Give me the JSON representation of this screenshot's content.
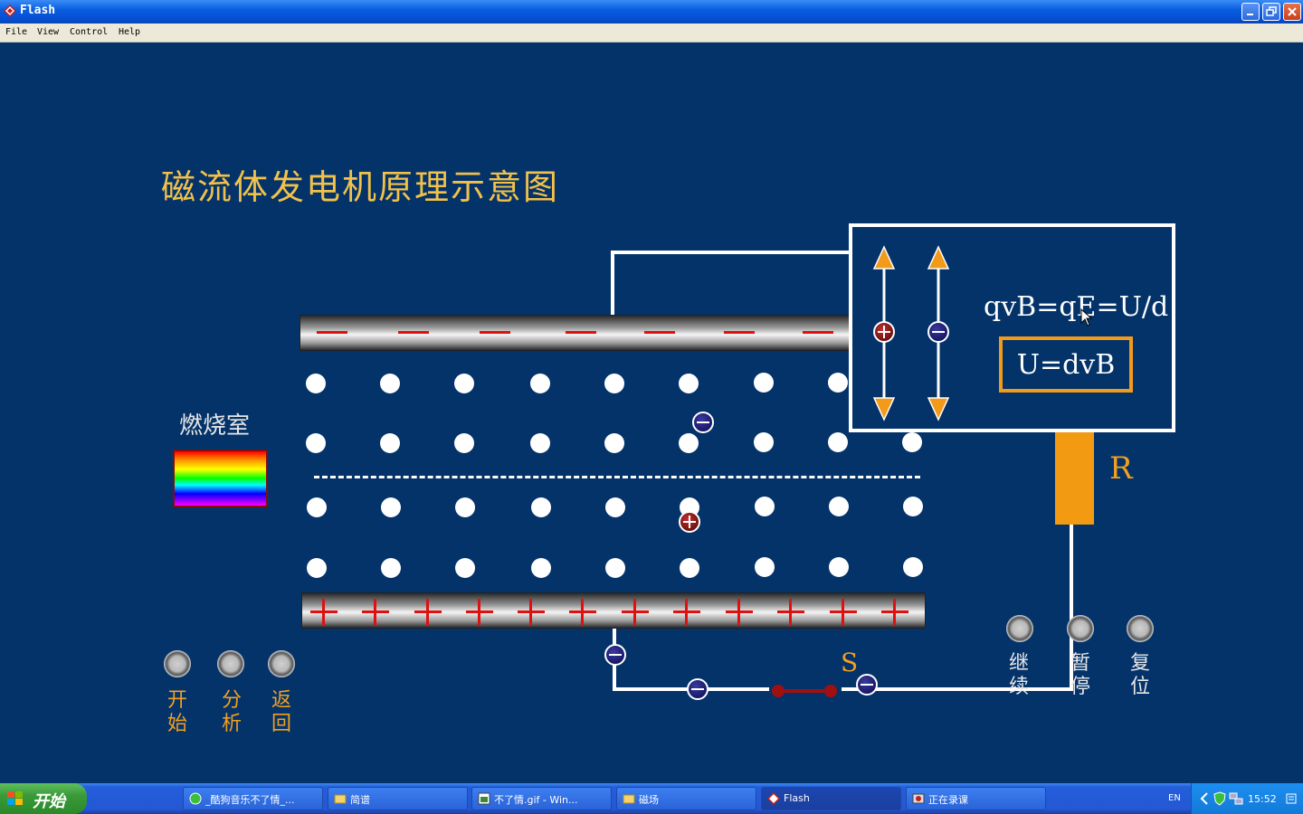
{
  "window": {
    "title": "Flash"
  },
  "menu": [
    "File",
    "View",
    "Control",
    "Help"
  ],
  "diagram": {
    "title": "磁流体发电机原理示意图",
    "combustion_label": "燃烧室",
    "formula_main": "qvB=qE=U/d",
    "formula_result": "U=dvB",
    "resistor_label": "R",
    "switch_label": "S",
    "colors": {
      "title": "#f2c14a",
      "background": "#04336a",
      "accent": "#f2a020",
      "plate_sign": "#e01010"
    }
  },
  "controls_left": [
    {
      "l1": "开",
      "l2": "始"
    },
    {
      "l1": "分",
      "l2": "析"
    },
    {
      "l1": "返",
      "l2": "回"
    }
  ],
  "controls_right": [
    {
      "l1": "继",
      "l2": "续"
    },
    {
      "l1": "暂",
      "l2": "停"
    },
    {
      "l1": "复",
      "l2": "位"
    }
  ],
  "taskbar": {
    "start": "开始",
    "tasks": [
      {
        "label": "_酷狗音乐不了情_...",
        "icon": "music-app-icon"
      },
      {
        "label": "简谱",
        "icon": "folder-icon"
      },
      {
        "label": "不了情.gif - Win...",
        "icon": "image-viewer-icon"
      },
      {
        "label": "磁场",
        "icon": "folder-icon"
      },
      {
        "label": "Flash",
        "icon": "flash-app-icon"
      },
      {
        "label": "正在录课",
        "icon": "recorder-icon"
      }
    ],
    "lang": "EN",
    "time": "15:52"
  }
}
